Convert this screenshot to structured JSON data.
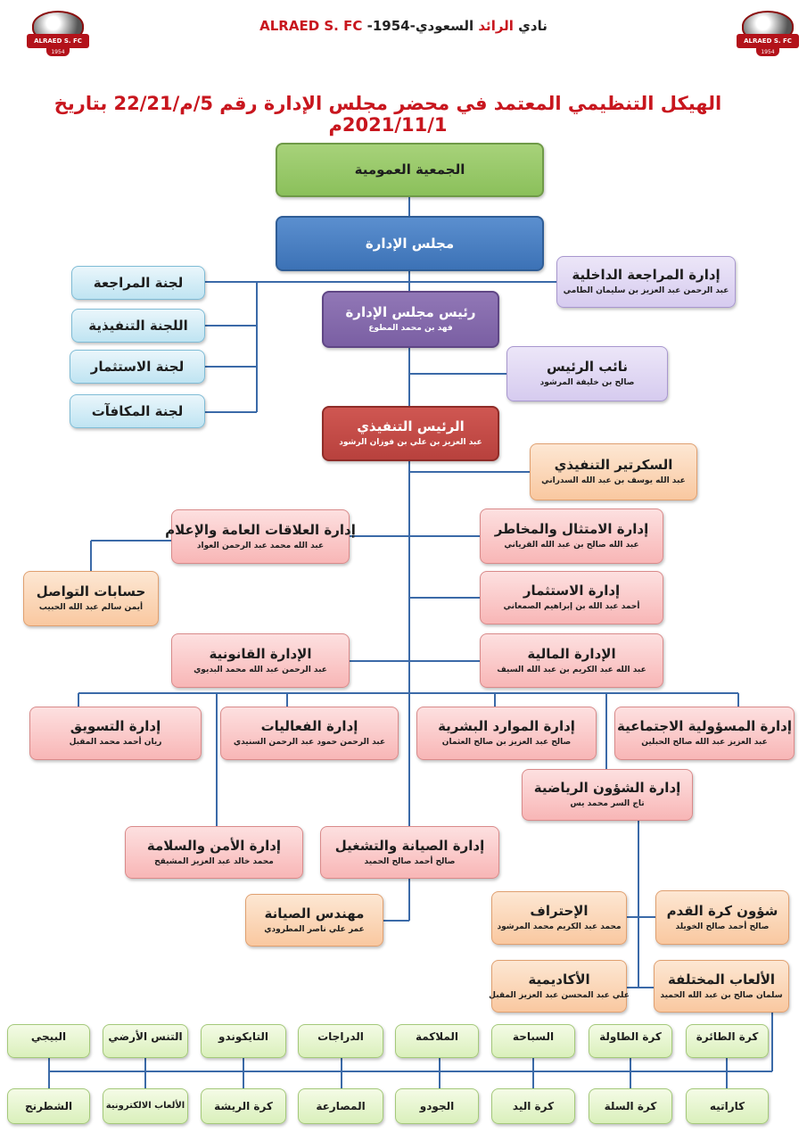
{
  "header": {
    "club_name_ar": "نادي الرائد السعودي",
    "club_name_ar_red": "الرائد",
    "club_year": "-1954-",
    "club_name_en": "ALRAED S. FC",
    "logo_text": "ALRAED S. FC",
    "logo_year": "1954"
  },
  "title": "الهيكل التنظيمي المعتمد في محضر مجلس الإدارة رقم 5/م/22/21 بتاريخ 2021/11/1م",
  "org": {
    "general_assembly": "الجمعية العمومية",
    "board": "مجلس الإدارة",
    "internal_audit": {
      "title": "إدارة المراجعة الداخلية",
      "name": "عبد الرحمن عبد العزيز بن سليمان الطامي"
    },
    "committees": [
      "لجنة المراجعة",
      "اللجنة التنفيذية",
      "لجنة الاستثمار",
      "لجنة المكافآت"
    ],
    "chairman": {
      "title": "رئيس مجلس الإدارة",
      "name": "فهد بن محمد المطوع"
    },
    "vice_chairman": {
      "title": "نائب الرئيس",
      "name": "صالح بن خليفة المرشود"
    },
    "ceo": {
      "title": "الرئيس التنفيذي",
      "name": "عبد العزيز بن علي بن فوزان الرشود"
    },
    "exec_secretary": {
      "title": "السكرتير التنفيذي",
      "name": "عبد الله يوسف بن عبد الله السدراني"
    },
    "compliance": {
      "title": "إدارة الامتثال والمخاطر",
      "name": "عبد الله صالح بن عبد الله القرياني"
    },
    "public_relations": {
      "title": "إدارة العلاقات العامة والإعلام",
      "name": "عبد الله محمد عبد الرحمن العواد"
    },
    "social_accounts": {
      "title": "حسابات التواصل",
      "name": "أيمن سالم عبد الله الحبيب"
    },
    "investment": {
      "title": "إدارة الاستثمار",
      "name": "أحمد عبد الله بن إبراهيم الصمعاني"
    },
    "legal": {
      "title": "الإدارة القانونية",
      "name": "عبد الرحمن عبد الله محمد البديوي"
    },
    "finance": {
      "title": "الإدارة المالية",
      "name": "عبد الله عبد الكريم بن عبد الله السيف"
    },
    "csr": {
      "title": "إدارة المسؤولية الاجتماعية",
      "name": "عبد العزيز عبد الله صالح الحبلين"
    },
    "hr": {
      "title": "إدارة الموارد البشرية",
      "name": "صالح عبد العزيز بن صالح العثمان"
    },
    "events": {
      "title": "إدارة الفعاليات",
      "name": "عبد الرحمن حمود عبد الرحمن السنيدي"
    },
    "marketing": {
      "title": "إدارة التسويق",
      "name": "ريان أحمد محمد المقبل"
    },
    "sports_affairs": {
      "title": "إدارة الشؤون الرياضية",
      "name": "تاج السر محمد يس"
    },
    "security": {
      "title": "إدارة الأمن والسلامة",
      "name": "محمد خالد عبد العزيز المشيقح"
    },
    "maintenance": {
      "title": "إدارة الصيانة والتشغيل",
      "name": "صالح أحمد صالح الحميد"
    },
    "maintenance_engineer": {
      "title": "مهندس الصيانة",
      "name": "عمر علي ناصر المطرودي"
    },
    "football_affairs": {
      "title": "شؤون كرة القدم",
      "name": "صالح أحمد صالح الخويلد"
    },
    "professionalism": {
      "title": "الإحتراف",
      "name": "محمد عبد الكريم محمد المرشود"
    },
    "various_games": {
      "title": "الألعاب المختلفة",
      "name": "سلمان صالح بن عبد الله الحميد"
    },
    "academies": {
      "title": "الأكاديمية",
      "name": "علي عبد المحسن عبد العزيز المقبل"
    }
  },
  "sports_row1": [
    "كرة الطائرة",
    "كرة الطاولة",
    "السباحة",
    "الملاكمة",
    "الدراجات",
    "التايكوندو",
    "التنس الأرضي",
    "البيجي"
  ],
  "sports_row2": [
    "كاراتيه",
    "كرة السلة",
    "كرة اليد",
    "الجودو",
    "المصارعة",
    "كرة الريشة",
    "الألعاب الالكترونية",
    "الشطرنج"
  ],
  "colors": {
    "title_red": "#c8161e",
    "green": "#8bc05b",
    "blue": "#3c72b6",
    "purple": "#7a5fa3",
    "darkred": "#b8413d",
    "connector": "#3b6aa8"
  }
}
